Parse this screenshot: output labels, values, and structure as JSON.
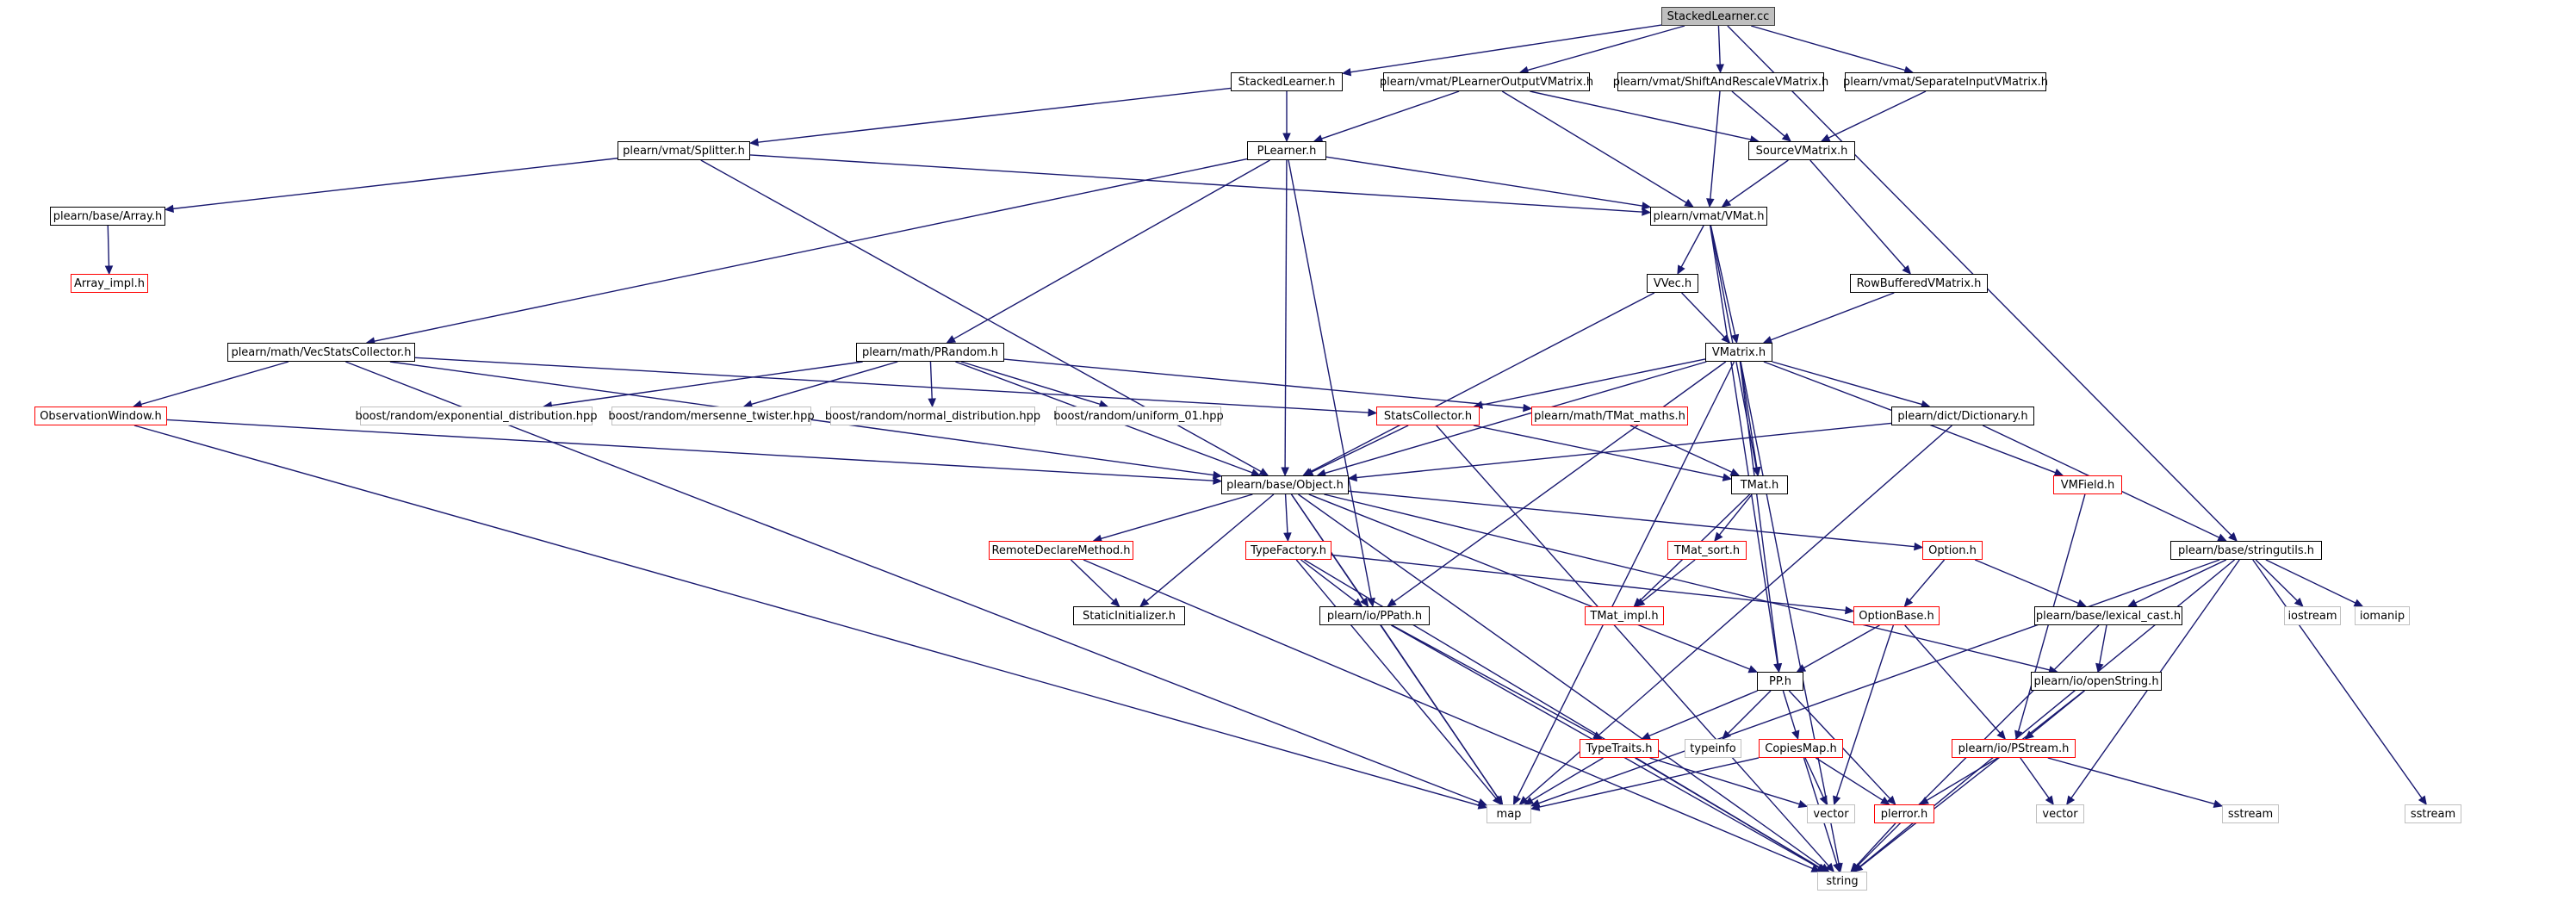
{
  "diagram": {
    "nodes": {
      "stackedlearner_cc": {
        "label": "StackedLearner.cc",
        "style": "root"
      },
      "stackedlearner_h": {
        "label": "StackedLearner.h",
        "style": "normal"
      },
      "plearneroutputvmatrix_h": {
        "label": "plearn/vmat/PLearnerOutputVMatrix.h",
        "style": "normal"
      },
      "shiftandrescalevmatrix_h": {
        "label": "plearn/vmat/ShiftAndRescaleVMatrix.h",
        "style": "normal"
      },
      "separateinputvmatrix_h": {
        "label": "plearn/vmat/SeparateInputVMatrix.h",
        "style": "normal"
      },
      "splitter_h": {
        "label": "plearn/vmat/Splitter.h",
        "style": "normal"
      },
      "plearner_h": {
        "label": "PLearner.h",
        "style": "normal"
      },
      "sourcevmatrix_h": {
        "label": "SourceVMatrix.h",
        "style": "normal"
      },
      "array_h": {
        "label": "plearn/base/Array.h",
        "style": "normal"
      },
      "vmat_h": {
        "label": "plearn/vmat/VMat.h",
        "style": "normal"
      },
      "array_impl_h": {
        "label": "Array_impl.h",
        "style": "red"
      },
      "vvec_h": {
        "label": "VVec.h",
        "style": "normal"
      },
      "rowbufferedvmatrix_h": {
        "label": "RowBufferedVMatrix.h",
        "style": "normal"
      },
      "vecstatscollector_h": {
        "label": "plearn/math/VecStatsCollector.h",
        "style": "normal"
      },
      "prandom_h": {
        "label": "plearn/math/PRandom.h",
        "style": "normal"
      },
      "vmatrix_h": {
        "label": "VMatrix.h",
        "style": "normal"
      },
      "observationwindow_h": {
        "label": "ObservationWindow.h",
        "style": "red"
      },
      "exponential_distribution_hpp": {
        "label": "boost/random/exponential_distribution.hpp",
        "style": "gray"
      },
      "mersenne_twister_hpp": {
        "label": "boost/random/mersenne_twister.hpp",
        "style": "gray"
      },
      "normal_distribution_hpp": {
        "label": "boost/random/normal_distribution.hpp",
        "style": "gray"
      },
      "uniform_01_hpp": {
        "label": "boost/random/uniform_01.hpp",
        "style": "gray"
      },
      "statscollector_h": {
        "label": "StatsCollector.h",
        "style": "red"
      },
      "tmat_maths_h": {
        "label": "plearn/math/TMat_maths.h",
        "style": "red"
      },
      "dictionary_h": {
        "label": "plearn/dict/Dictionary.h",
        "style": "normal"
      },
      "object_h": {
        "label": "plearn/base/Object.h",
        "style": "normal"
      },
      "tmat_h": {
        "label": "TMat.h",
        "style": "normal"
      },
      "vmfield_h": {
        "label": "VMField.h",
        "style": "red"
      },
      "stringutils_h": {
        "label": "plearn/base/stringutils.h",
        "style": "normal"
      },
      "remotedeclaremethod_h": {
        "label": "RemoteDeclareMethod.h",
        "style": "red"
      },
      "typefactory_h": {
        "label": "TypeFactory.h",
        "style": "red"
      },
      "tmat_sort_h": {
        "label": "TMat_sort.h",
        "style": "red"
      },
      "option_h": {
        "label": "Option.h",
        "style": "red"
      },
      "iostream": {
        "label": "iostream",
        "style": "gray"
      },
      "iomanip": {
        "label": "iomanip",
        "style": "gray"
      },
      "staticinitializer_h": {
        "label": "StaticInitializer.h",
        "style": "normal"
      },
      "ppath_h": {
        "label": "plearn/io/PPath.h",
        "style": "normal"
      },
      "tmat_impl_h": {
        "label": "TMat_impl.h",
        "style": "red"
      },
      "optionbase_h": {
        "label": "OptionBase.h",
        "style": "red"
      },
      "lexical_cast_h": {
        "label": "plearn/base/lexical_cast.h",
        "style": "normal"
      },
      "pp_h": {
        "label": "PP.h",
        "style": "normal"
      },
      "openstring_h": {
        "label": "plearn/io/openString.h",
        "style": "normal"
      },
      "typeinfo": {
        "label": "typeinfo",
        "style": "gray"
      },
      "typetraits_h": {
        "label": "TypeTraits.h",
        "style": "red"
      },
      "copiesmap_h": {
        "label": "CopiesMap.h",
        "style": "red"
      },
      "pstream_h": {
        "label": "plearn/io/PStream.h",
        "style": "red"
      },
      "sstream_a": {
        "label": "sstream",
        "style": "gray"
      },
      "sstream_b": {
        "label": "sstream",
        "style": "gray"
      },
      "map": {
        "label": "map",
        "style": "gray"
      },
      "vector_a": {
        "label": "vector",
        "style": "gray"
      },
      "vector_b": {
        "label": "vector",
        "style": "gray"
      },
      "perror_h": {
        "label": "plerror.h",
        "style": "red"
      },
      "string": {
        "label": "string",
        "style": "gray"
      }
    },
    "edges": [
      [
        "stackedlearner_cc",
        "stackedlearner_h"
      ],
      [
        "stackedlearner_cc",
        "plearneroutputvmatrix_h"
      ],
      [
        "stackedlearner_cc",
        "shiftandrescalevmatrix_h"
      ],
      [
        "stackedlearner_cc",
        "separateinputvmatrix_h"
      ],
      [
        "stackedlearner_cc",
        "stringutils_h"
      ],
      [
        "stackedlearner_h",
        "splitter_h"
      ],
      [
        "stackedlearner_h",
        "plearner_h"
      ],
      [
        "plearneroutputvmatrix_h",
        "plearner_h"
      ],
      [
        "plearneroutputvmatrix_h",
        "sourcevmatrix_h"
      ],
      [
        "plearneroutputvmatrix_h",
        "vmat_h"
      ],
      [
        "shiftandrescalevmatrix_h",
        "sourcevmatrix_h"
      ],
      [
        "shiftandrescalevmatrix_h",
        "vmat_h"
      ],
      [
        "separateinputvmatrix_h",
        "sourcevmatrix_h"
      ],
      [
        "splitter_h",
        "array_h"
      ],
      [
        "splitter_h",
        "vmat_h"
      ],
      [
        "splitter_h",
        "object_h"
      ],
      [
        "array_h",
        "array_impl_h"
      ],
      [
        "plearner_h",
        "vmat_h"
      ],
      [
        "plearner_h",
        "vecstatscollector_h"
      ],
      [
        "plearner_h",
        "prandom_h"
      ],
      [
        "plearner_h",
        "object_h"
      ],
      [
        "plearner_h",
        "ppath_h"
      ],
      [
        "sourcevmatrix_h",
        "vmat_h"
      ],
      [
        "sourcevmatrix_h",
        "rowbufferedvmatrix_h"
      ],
      [
        "vmat_h",
        "vvec_h"
      ],
      [
        "vmat_h",
        "vmatrix_h"
      ],
      [
        "vmat_h",
        "tmat_h"
      ],
      [
        "vmat_h",
        "pp_h"
      ],
      [
        "rowbufferedvmatrix_h",
        "vmatrix_h"
      ],
      [
        "vvec_h",
        "vmatrix_h"
      ],
      [
        "vvec_h",
        "object_h"
      ],
      [
        "vecstatscollector_h",
        "observationwindow_h"
      ],
      [
        "vecstatscollector_h",
        "statscollector_h"
      ],
      [
        "vecstatscollector_h",
        "object_h"
      ],
      [
        "vecstatscollector_h",
        "map"
      ],
      [
        "prandom_h",
        "exponential_distribution_hpp"
      ],
      [
        "prandom_h",
        "mersenne_twister_hpp"
      ],
      [
        "prandom_h",
        "normal_distribution_hpp"
      ],
      [
        "prandom_h",
        "uniform_01_hpp"
      ],
      [
        "prandom_h",
        "tmat_maths_h"
      ],
      [
        "prandom_h",
        "object_h"
      ],
      [
        "vmatrix_h",
        "statscollector_h"
      ],
      [
        "vmatrix_h",
        "dictionary_h"
      ],
      [
        "vmatrix_h",
        "vmfield_h"
      ],
      [
        "vmatrix_h",
        "object_h"
      ],
      [
        "vmatrix_h",
        "tmat_h"
      ],
      [
        "vmatrix_h",
        "ppath_h"
      ],
      [
        "vmatrix_h",
        "pp_h"
      ],
      [
        "vmatrix_h",
        "map"
      ],
      [
        "vmatrix_h",
        "string"
      ],
      [
        "observationwindow_h",
        "object_h"
      ],
      [
        "observationwindow_h",
        "map"
      ],
      [
        "statscollector_h",
        "object_h"
      ],
      [
        "statscollector_h",
        "tmat_h"
      ],
      [
        "statscollector_h",
        "string"
      ],
      [
        "tmat_maths_h",
        "tmat_h"
      ],
      [
        "dictionary_h",
        "object_h"
      ],
      [
        "dictionary_h",
        "stringutils_h"
      ],
      [
        "dictionary_h",
        "map"
      ],
      [
        "object_h",
        "remotedeclaremethod_h"
      ],
      [
        "object_h",
        "typefactory_h"
      ],
      [
        "object_h",
        "option_h"
      ],
      [
        "object_h",
        "staticinitializer_h"
      ],
      [
        "object_h",
        "ppath_h"
      ],
      [
        "object_h",
        "pp_h"
      ],
      [
        "object_h",
        "openstring_h"
      ],
      [
        "object_h",
        "map"
      ],
      [
        "object_h",
        "string"
      ],
      [
        "tmat_h",
        "tmat_sort_h"
      ],
      [
        "tmat_h",
        "tmat_impl_h"
      ],
      [
        "vmfield_h",
        "pstream_h"
      ],
      [
        "stringutils_h",
        "lexical_cast_h"
      ],
      [
        "stringutils_h",
        "iostream"
      ],
      [
        "stringutils_h",
        "iomanip"
      ],
      [
        "stringutils_h",
        "sstream_b"
      ],
      [
        "stringutils_h",
        "vector_a"
      ],
      [
        "stringutils_h",
        "map"
      ],
      [
        "stringutils_h",
        "string"
      ],
      [
        "remotedeclaremethod_h",
        "staticinitializer_h"
      ],
      [
        "remotedeclaremethod_h",
        "string"
      ],
      [
        "typefactory_h",
        "ppath_h"
      ],
      [
        "typefactory_h",
        "optionbase_h"
      ],
      [
        "typefactory_h",
        "map"
      ],
      [
        "typefactory_h",
        "string"
      ],
      [
        "tmat_sort_h",
        "tmat_impl_h"
      ],
      [
        "option_h",
        "optionbase_h"
      ],
      [
        "option_h",
        "lexical_cast_h"
      ],
      [
        "optionbase_h",
        "pp_h"
      ],
      [
        "optionbase_h",
        "pstream_h"
      ],
      [
        "optionbase_h",
        "vector_b"
      ],
      [
        "ppath_h",
        "typetraits_h"
      ],
      [
        "ppath_h",
        "map"
      ],
      [
        "ppath_h",
        "string"
      ],
      [
        "lexical_cast_h",
        "openstring_h"
      ],
      [
        "lexical_cast_h",
        "string"
      ],
      [
        "pp_h",
        "typetraits_h"
      ],
      [
        "pp_h",
        "typeinfo"
      ],
      [
        "pp_h",
        "copiesmap_h"
      ],
      [
        "pp_h",
        "perror_h"
      ],
      [
        "openstring_h",
        "pstream_h"
      ],
      [
        "openstring_h",
        "string"
      ],
      [
        "typetraits_h",
        "map"
      ],
      [
        "typetraits_h",
        "vector_b"
      ],
      [
        "typetraits_h",
        "string"
      ],
      [
        "copiesmap_h",
        "map"
      ],
      [
        "copiesmap_h",
        "vector_b"
      ],
      [
        "copiesmap_h",
        "perror_h"
      ],
      [
        "copiesmap_h",
        "string"
      ],
      [
        "pstream_h",
        "perror_h"
      ],
      [
        "pstream_h",
        "sstream_a"
      ],
      [
        "pstream_h",
        "vector_a"
      ],
      [
        "perror_h",
        "string"
      ]
    ]
  }
}
